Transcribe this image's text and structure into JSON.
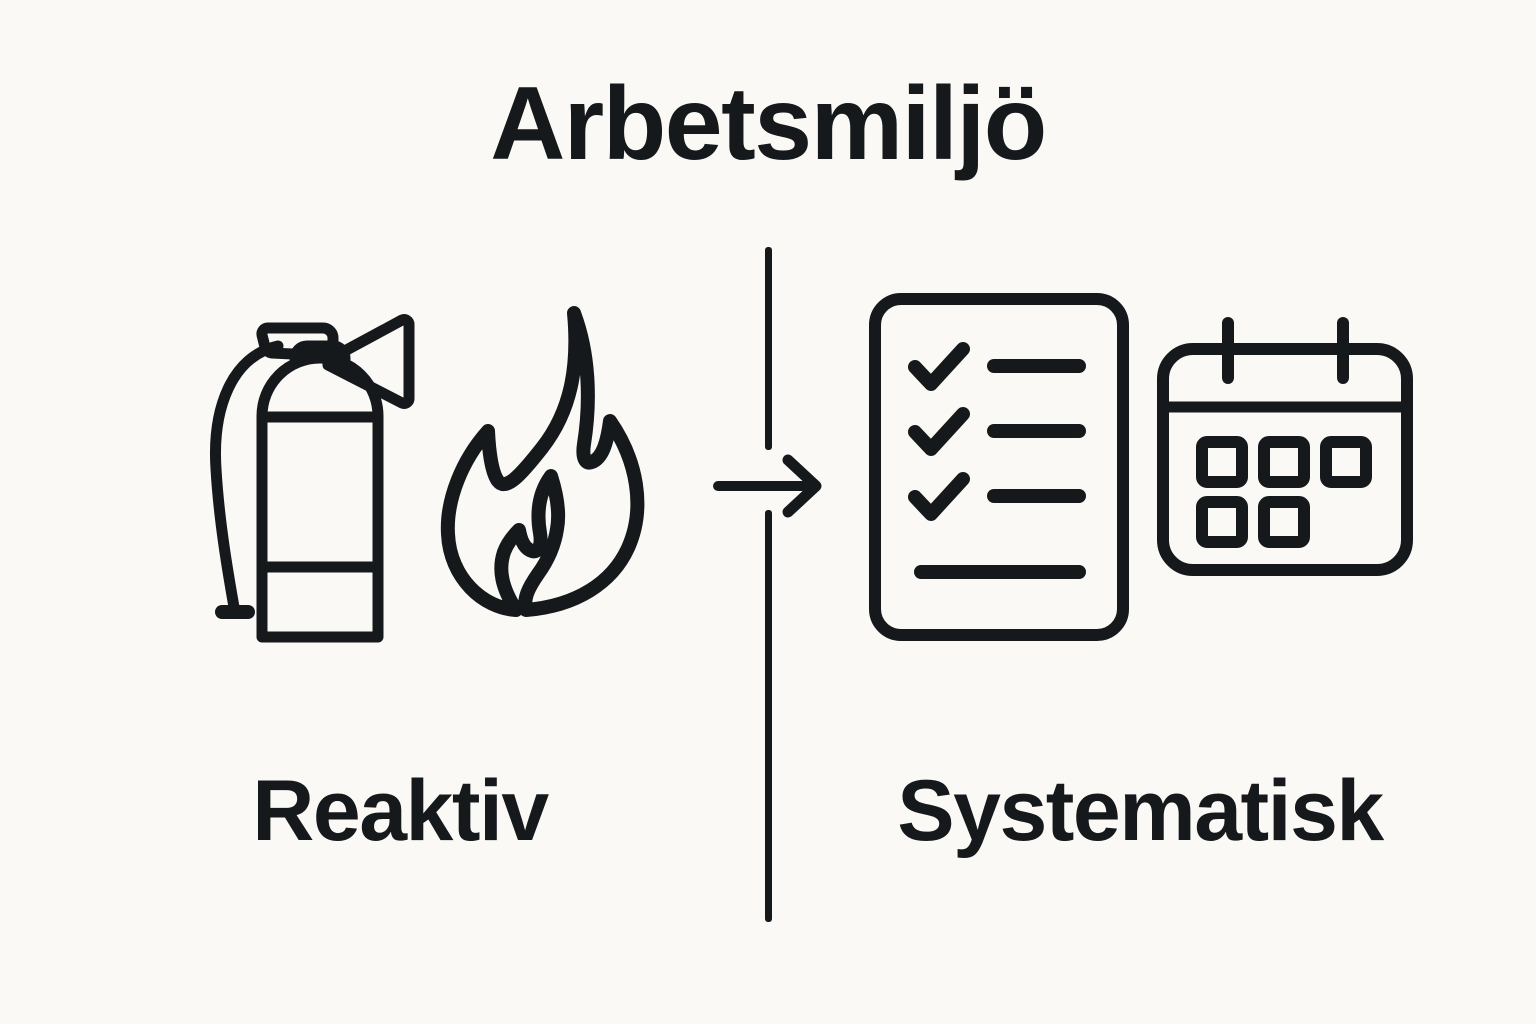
{
  "page": {
    "title": "Arbetsmiljö",
    "background_color": "#faf9f5",
    "ink_color": "#15191c"
  },
  "diagram": {
    "type": "before-after comparison",
    "divider": "vertical-rule",
    "transition_arrow": "arrow-right-icon",
    "left_side": {
      "label": "Reaktiv",
      "icons": [
        "fire-extinguisher-icon",
        "flame-icon"
      ]
    },
    "right_side": {
      "label": "Systematisk",
      "icons": [
        "checklist-icon",
        "calendar-icon"
      ]
    }
  },
  "icons": {
    "fire_extinguisher": "fire-extinguisher-icon",
    "flame": "flame-icon",
    "arrow_right": "arrow-right-icon",
    "checklist": "checklist-icon",
    "calendar": "calendar-icon"
  },
  "checklist": {
    "checked_items": 3,
    "total_lines": 4
  },
  "calendar": {
    "hangers": 2,
    "day_cells_row1": 3,
    "day_cells_row2": 2
  }
}
